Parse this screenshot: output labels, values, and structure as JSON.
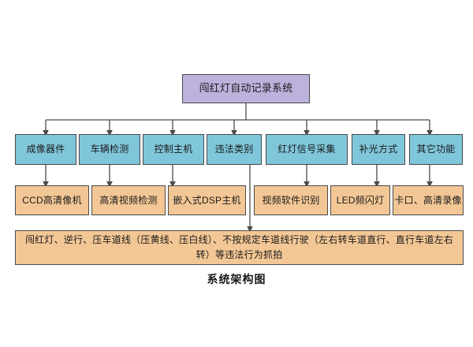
{
  "diagram": {
    "caption": "系统架构图",
    "colors": {
      "root_fill": "#bcb2dc",
      "level2_fill": "#7fc6da",
      "level3_fill": "#f3c795",
      "level4_fill": "#f3c795",
      "border": "#4a4a4a",
      "connector": "#4a4a4a",
      "background": "#ffffff"
    },
    "root": {
      "label": "闯红灯自动记录系统"
    },
    "level2": [
      {
        "label": "成像器件"
      },
      {
        "label": "车辆检测"
      },
      {
        "label": "控制主机"
      },
      {
        "label": "违法类别"
      },
      {
        "label": "红灯信号采集"
      },
      {
        "label": "补光方式"
      },
      {
        "label": "其它功能"
      }
    ],
    "level3": [
      {
        "label": "CCD高清像机"
      },
      {
        "label": "高清视频检测"
      },
      {
        "label": "嵌入式DSP主机"
      },
      {
        "label": "视频软件识别"
      },
      {
        "label": "LED频闪灯"
      },
      {
        "label": "卡口、高清录像"
      }
    ],
    "level4": {
      "label": "闯红灯、逆行、压车道线（压黄线、压白线）、不按规定车道线行驶（左右转车道直行、直行车道左右转）等违法行为抓拍"
    }
  }
}
